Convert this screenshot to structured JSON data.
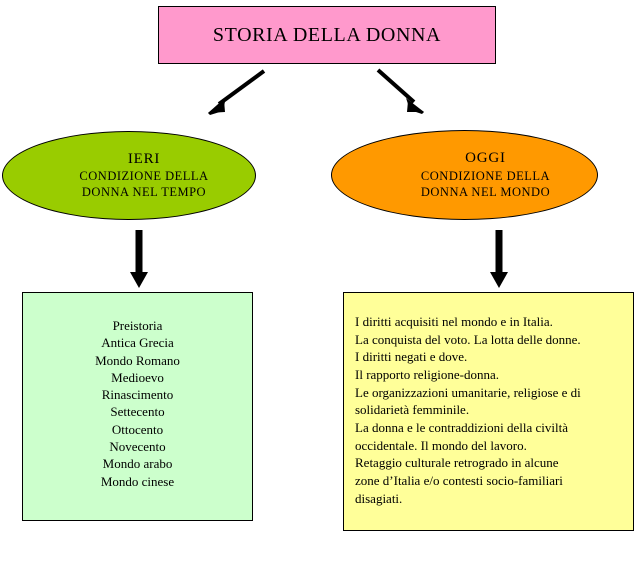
{
  "title": {
    "text": "STORIA DELLA DONNA"
  },
  "branches": {
    "left": {
      "heading": "IERI",
      "subtitle_line1": "CONDIZIONE DELLA",
      "subtitle_line2": "DONNA NEL TEMPO"
    },
    "right": {
      "heading": "OGGI",
      "subtitle_line1": "CONDIZIONE DELLA",
      "subtitle_line2": "DONNA NEL MONDO"
    }
  },
  "periods_box": {
    "items": [
      "Preistoria",
      "Antica Grecia",
      "Mondo Romano",
      "Medioevo",
      "Rinascimento",
      "Settecento",
      "Ottocento",
      "Novecento",
      "Mondo arabo",
      "Mondo cinese"
    ]
  },
  "topics_box": {
    "lines": [
      "I diritti acquisiti nel mondo e in Italia.",
      "La conquista del voto. La lotta delle donne.",
      "I diritti negati e dove.",
      "Il rapporto religione-donna.",
      "Le organizzazioni umanitarie, religiose e di",
      "solidarietà femminile.",
      "La donna e le contraddizioni della civiltà",
      "occidentale. Il mondo del lavoro.",
      "Retaggio culturale retrogrado in alcune",
      "zone d’Italia e/o contesti socio-familiari",
      "disagiati."
    ]
  },
  "colors": {
    "title_box": "#FF99CC",
    "left_ellipse": "#99CC00",
    "right_ellipse": "#FF9900",
    "periods_box": "#CCFFCC",
    "topics_box": "#FFFF99",
    "outline": "#000000",
    "arrow": "#000000"
  },
  "connectors": [
    {
      "name": "title-to-ieri",
      "direction": "down-left"
    },
    {
      "name": "title-to-oggi",
      "direction": "down-right"
    },
    {
      "name": "ieri-to-periods",
      "direction": "down"
    },
    {
      "name": "oggi-to-topics",
      "direction": "down"
    }
  ]
}
